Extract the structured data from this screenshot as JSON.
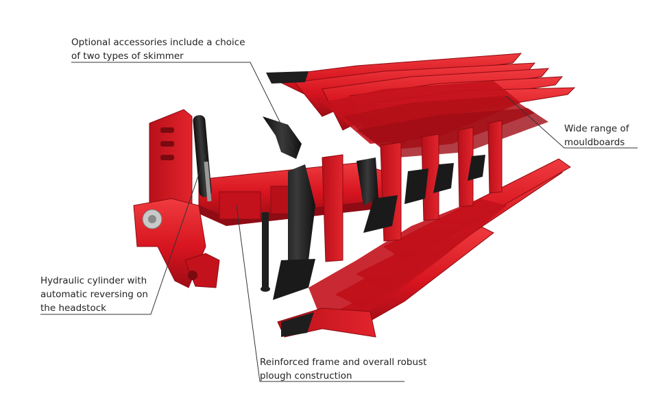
{
  "callouts": {
    "accessories": {
      "line1": "Optional accessories include a choice",
      "line2": "of two types of skimmer"
    },
    "mouldboards": {
      "line1": "Wide range of",
      "line2": "mouldboards"
    },
    "hydraulic": {
      "line1": "Hydraulic cylinder with",
      "line2": "automatic reversing on",
      "line3": "the headstock"
    },
    "frame": {
      "line1": "Reinforced frame and overall robust",
      "line2": "plough construction"
    }
  },
  "colors": {
    "body_red": "#d7141f",
    "dark_red": "#9e0d15",
    "light_red": "#ef3b3f",
    "steel_black": "#1e1e1e",
    "leader_line": "#333333",
    "text": "#222222"
  }
}
